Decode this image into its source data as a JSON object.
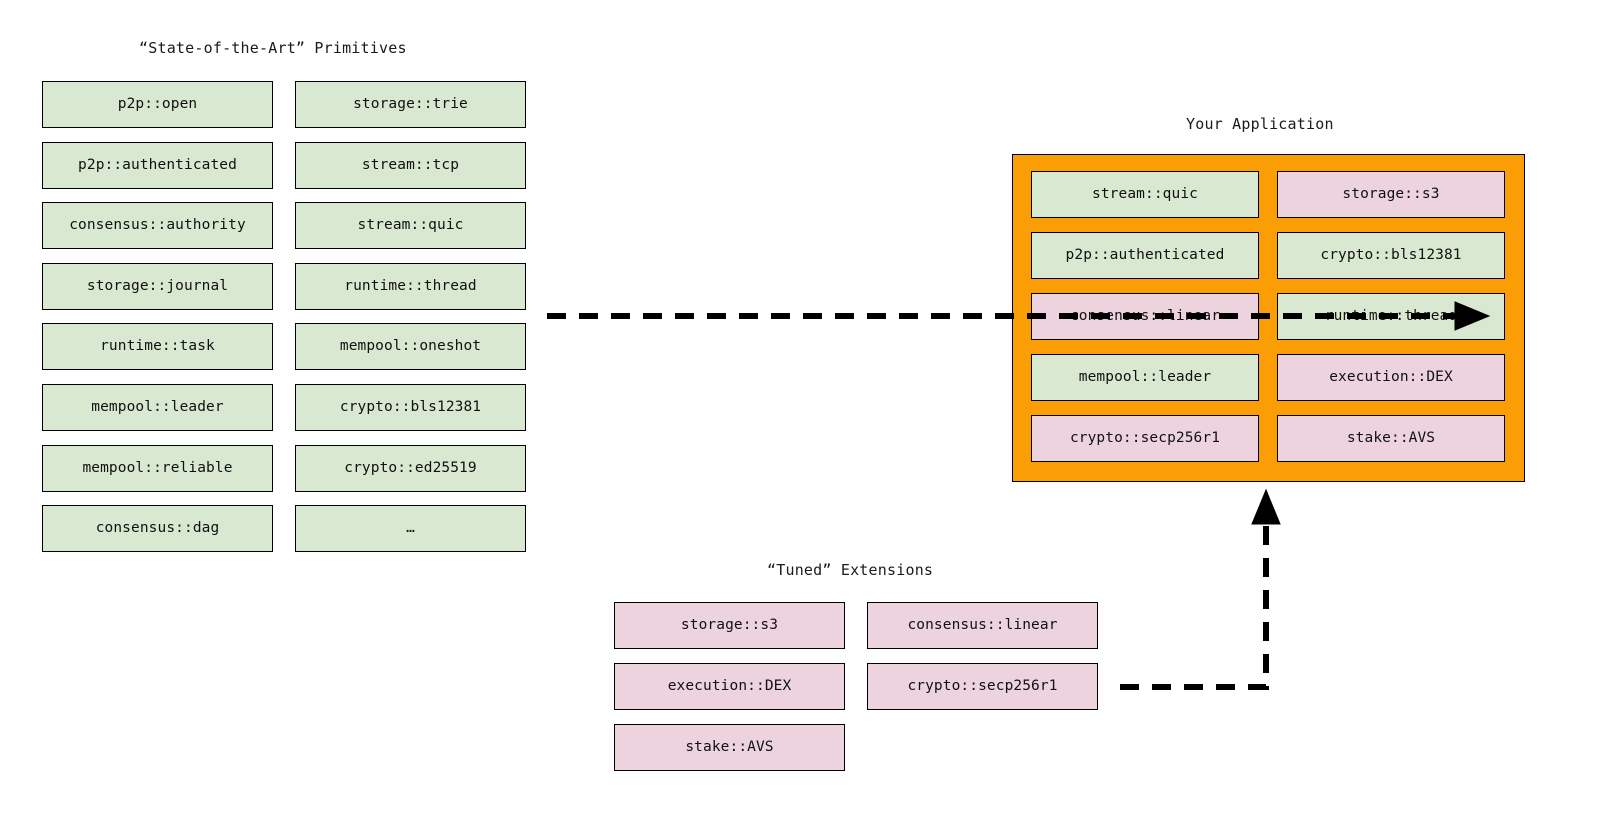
{
  "diagram": {
    "background_color": "#ffffff",
    "palette": {
      "primitive_fill": "#d9e8d1",
      "extension_fill": "#ecd3de",
      "application_fill": "#fb9e05",
      "stroke": "#000000"
    },
    "sections": {
      "primitives": {
        "title": "“State-of-the-Art” Primitives",
        "columns": [
          {
            "items": [
              "p2p::open",
              "p2p::authenticated",
              "consensus::authority",
              "storage::journal",
              "runtime::task",
              "mempool::leader",
              "mempool::reliable",
              "consensus::dag"
            ]
          },
          {
            "items": [
              "storage::trie",
              "stream::tcp",
              "stream::quic",
              "runtime::thread",
              "mempool::oneshot",
              "crypto::bls12381",
              "crypto::ed25519",
              "…"
            ]
          }
        ]
      },
      "extensions": {
        "title": "“Tuned” Extensions",
        "columns": [
          {
            "items": [
              "storage::s3",
              "execution::DEX",
              "stake::AVS"
            ]
          },
          {
            "items": [
              "consensus::linear",
              "crypto::secp256r1"
            ]
          }
        ]
      },
      "application": {
        "title": "Your Application",
        "columns": [
          {
            "items": [
              {
                "label": "stream::quic",
                "kind": "primitive"
              },
              {
                "label": "p2p::authenticated",
                "kind": "primitive"
              },
              {
                "label": "consensus::linear",
                "kind": "extension"
              },
              {
                "label": "mempool::leader",
                "kind": "primitive"
              },
              {
                "label": "crypto::secp256r1",
                "kind": "extension"
              }
            ]
          },
          {
            "items": [
              {
                "label": "storage::s3",
                "kind": "extension"
              },
              {
                "label": "crypto::bls12381",
                "kind": "primitive"
              },
              {
                "label": "runtime::thread",
                "kind": "primitive"
              },
              {
                "label": "execution::DEX",
                "kind": "extension"
              },
              {
                "label": "stake::AVS",
                "kind": "extension"
              }
            ]
          }
        ]
      }
    },
    "connectors": [
      {
        "name": "primitives-to-application",
        "style": "dashed",
        "direction": "right"
      },
      {
        "name": "extensions-to-application",
        "style": "dashed",
        "direction": "up"
      }
    ]
  }
}
